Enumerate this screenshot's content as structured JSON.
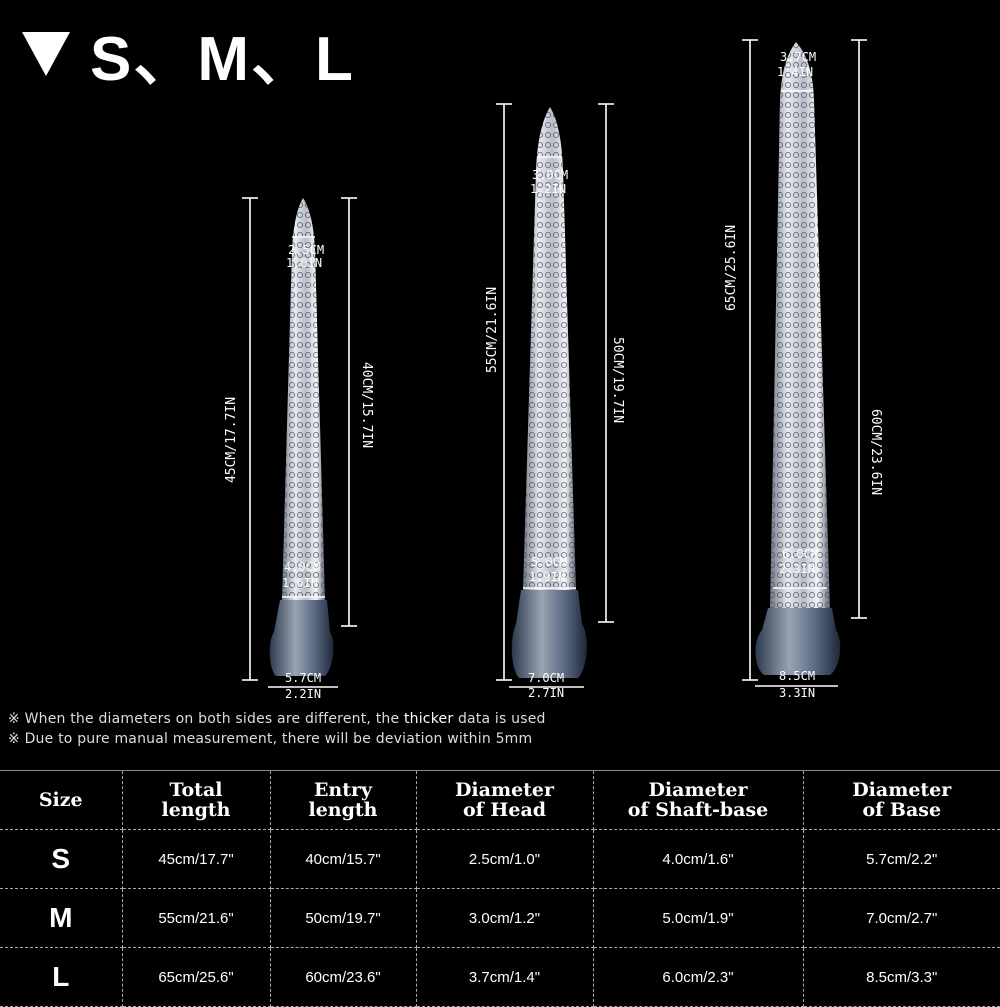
{
  "header": {
    "title": "S、M、L"
  },
  "notes": {
    "line1_pre": "※ When the diameters on both sides are different, the",
    "line1_highlight": "thicker",
    "line1_post": "data is used",
    "line2": "※ Due to pure manual measurement, there will be deviation within 5mm"
  },
  "diagram": {
    "small": {
      "total": "45CM/17.7IN",
      "entry": "40CM/15.7IN",
      "head_cm": "2.5CM",
      "head_in": "1.0IN",
      "shaft_cm": "4.0CM",
      "shaft_in": "1.6IN",
      "base_cm": "5.7CM",
      "base_in": "2.2IN"
    },
    "medium": {
      "total": "55CM/21.6IN",
      "entry": "50CM/19.7IN",
      "head_cm": "3.0CM",
      "head_in": "1.2IN",
      "shaft_cm": "5.0CM",
      "shaft_in": "1.9IN",
      "base_cm": "7.0CM",
      "base_in": "2.7IN"
    },
    "large": {
      "total": "65CM/25.6IN",
      "entry": "60CM/23.6IN",
      "head_cm": "3.7CM",
      "head_in": "1.4IN",
      "shaft_cm": "6.0CM",
      "shaft_in": "2.3IN",
      "base_cm": "8.5CM",
      "base_in": "3.3IN"
    }
  },
  "table": {
    "headers": [
      "Size",
      "Total length",
      "Entry length",
      "Diameter of Head",
      "Diameter of Shaft-base",
      "Diameter of Base"
    ],
    "rows": [
      [
        "S",
        "45cm/17.7\"",
        "40cm/15.7\"",
        "2.5cm/1.0\"",
        "4.0cm/1.6\"",
        "5.7cm/2.2\""
      ],
      [
        "M",
        "55cm/21.6\"",
        "50cm/19.7\"",
        "3.0cm/1.2\"",
        "5.0cm/1.9\"",
        "7.0cm/2.7\""
      ],
      [
        "L",
        "65cm/25.6\"",
        "60cm/23.6\"",
        "3.7cm/1.4\"",
        "6.0cm/2.3\"",
        "8.5cm/3.3\""
      ]
    ]
  },
  "colors": {
    "background": "#000000",
    "text": "#ffffff",
    "product_silver": "#c8ccd4",
    "product_base": "#4a5a70"
  }
}
